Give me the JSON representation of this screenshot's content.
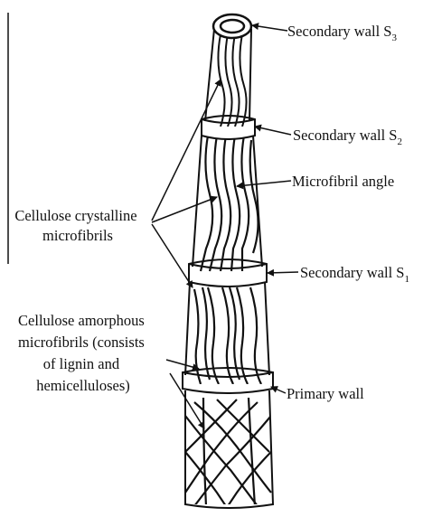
{
  "labels": {
    "secondary_wall_s3": {
      "base": "Secondary wall S",
      "sub": "3"
    },
    "secondary_wall_s2": {
      "base": "Secondary wall S",
      "sub": "2"
    },
    "microfibril_angle": "Microfibril angle",
    "secondary_wall_s1": {
      "base": "Secondary wall S",
      "sub": "1"
    },
    "primary_wall": "Primary wall",
    "cellulose_crystalline": [
      "Cellulose crystalline",
      "microfibrils"
    ],
    "cellulose_amorphous": [
      "Cellulose amorphous",
      "microfibrils (consists",
      "of lignin and",
      "hemicelluloses)"
    ]
  },
  "colors": {
    "ink": "#111111",
    "background": "#ffffff"
  }
}
